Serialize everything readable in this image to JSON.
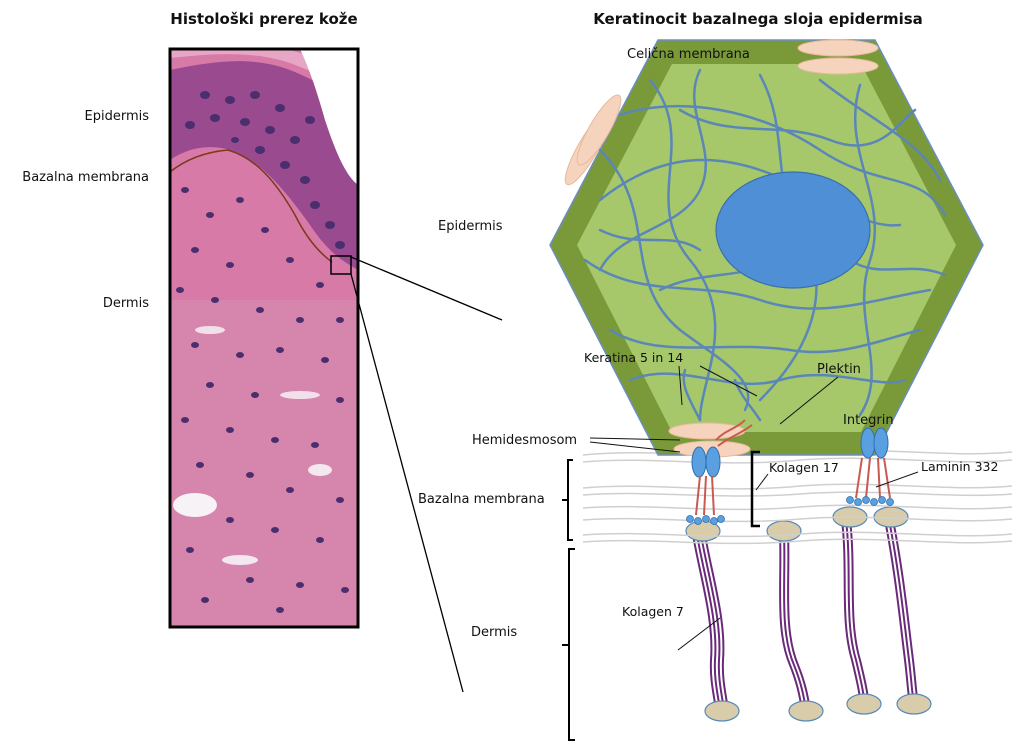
{
  "left_panel": {
    "title": "Histološki prerez kože",
    "labels": {
      "epidermis": "Epidermis",
      "basement_membrane": "Bazalna membrana",
      "dermis": "Dermis"
    }
  },
  "right_panel": {
    "title": "Keratinocit bazalnega sloja epidermisa",
    "labels": {
      "cell_membrane": "Celična membrana",
      "epidermis": "Epidermis",
      "keratins": "Keratina 5 in 14",
      "plectin": "Plektin",
      "integrin": "Integrin",
      "hemidesmosome": "Hemidesmosom",
      "collagen17": "Kolagen 17",
      "laminin": "Laminin 332",
      "basement_membrane": "Bazalna membrana",
      "dermis": "Dermis",
      "collagen7": "Kolagen 7"
    }
  },
  "colors": {
    "cell_border": "#7a9a3a",
    "cytoplasm": "#a6c86a",
    "nucleus": "#4f8fd6",
    "keratin": "#5b86b8",
    "vesicle": "#f6d3bd",
    "integrin": "#5aa0e0",
    "laminin": "#c85a50",
    "collagen7": "#6a2a7a",
    "anchor_plaque": "#d8ccaa",
    "tissue_pink": "#cf6ea0",
    "tissue_nucleus": "#4a2e6e"
  }
}
